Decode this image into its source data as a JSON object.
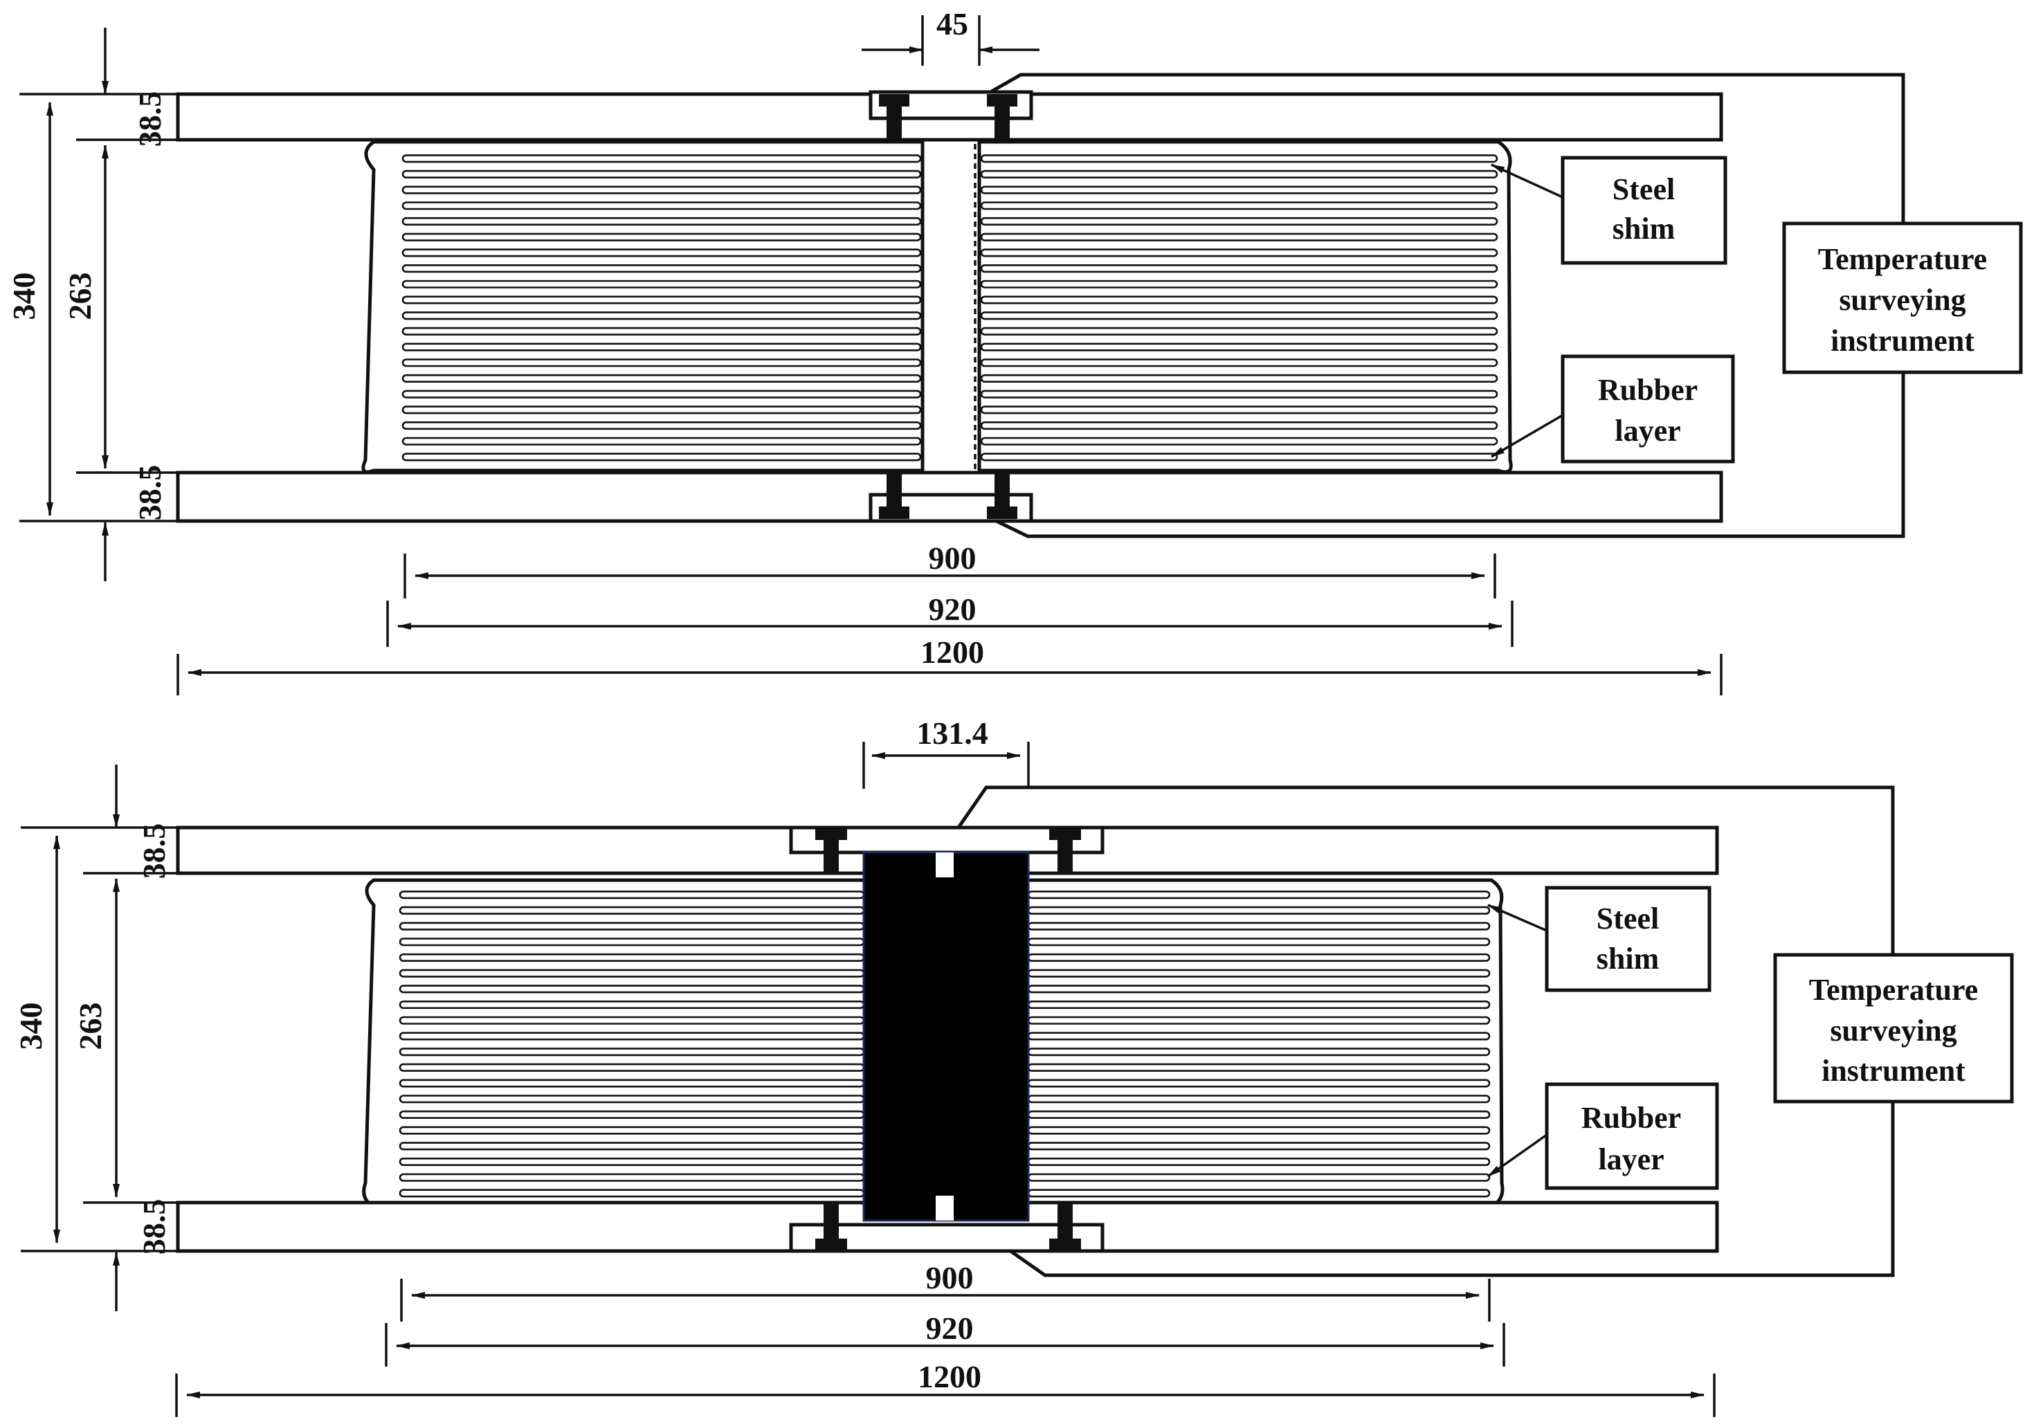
{
  "figure_top": {
    "core_width": "45",
    "total_height": "340",
    "rubber_height": "263",
    "plate_top": "38.5",
    "plate_bottom": "38.5",
    "width_900": "900",
    "width_920": "920",
    "width_1200": "1200",
    "label_steel": [
      "Steel",
      "shim"
    ],
    "label_rubber": [
      "Rubber",
      "layer"
    ],
    "label_temp": [
      "Temperature",
      "surveying",
      "instrument"
    ]
  },
  "figure_bottom": {
    "core_width": "131.4",
    "total_height": "340",
    "rubber_height": "263",
    "plate_top": "38.5",
    "plate_bottom": "38.5",
    "width_900": "900",
    "width_920": "920",
    "width_1200": "1200",
    "label_steel": [
      "Steel",
      "shim"
    ],
    "label_rubber": [
      "Rubber",
      "layer"
    ],
    "label_temp": [
      "Temperature",
      "surveying",
      "instrument"
    ]
  },
  "colors": {
    "line": "#111111",
    "core_fill": "#000000",
    "background": "#ffffff"
  },
  "layer_count": 20
}
